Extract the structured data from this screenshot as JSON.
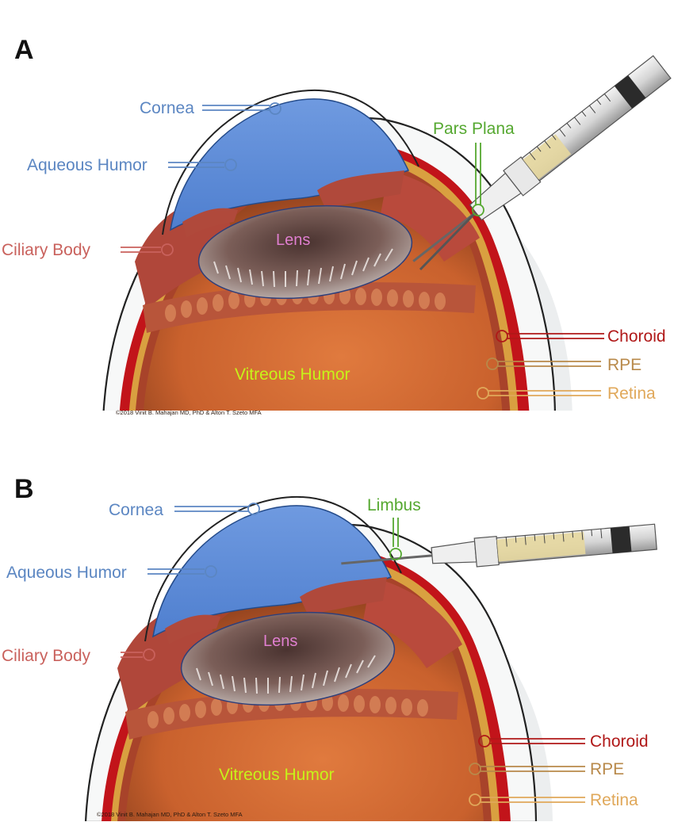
{
  "colors": {
    "cornea_label": "#5b86c2",
    "aqueous_fill": "#5f8dd6",
    "ciliary_label": "#c9615c",
    "choroid_label": "#b01818",
    "rpe_label": "#b8894a",
    "retina_label": "#e0a85a",
    "vitreous_label": "#c7f21a",
    "lens_label": "#e07fd0",
    "injection_site_label": "#55a830"
  },
  "panels": [
    {
      "panel_label": "A",
      "labels": {
        "cornea": "Cornea",
        "aqueous_humor": "Aqueous Humor",
        "ciliary_body": "Ciliary Body",
        "lens": "Lens",
        "vitreous_humor": "Vitreous Humor",
        "choroid": "Choroid",
        "rpe": "RPE",
        "retina": "Retina",
        "injection_site": "Pars Plana"
      },
      "copyright": "©2018 Vinit B. Mahajan MD, PhD & Alton T. Szeto MFA",
      "icons": [
        "syringe-icon"
      ]
    },
    {
      "panel_label": "B",
      "labels": {
        "cornea": "Cornea",
        "aqueous_humor": "Aqueous Humor",
        "ciliary_body": "Ciliary Body",
        "lens": "Lens",
        "vitreous_humor": "Vitreous Humor",
        "choroid": "Choroid",
        "rpe": "RPE",
        "retina": "Retina",
        "injection_site": "Limbus"
      },
      "copyright": "©2018 Vinit B. Mahajan MD, PhD & Alton T. Szeto MFA",
      "icons": [
        "syringe-icon"
      ]
    }
  ]
}
